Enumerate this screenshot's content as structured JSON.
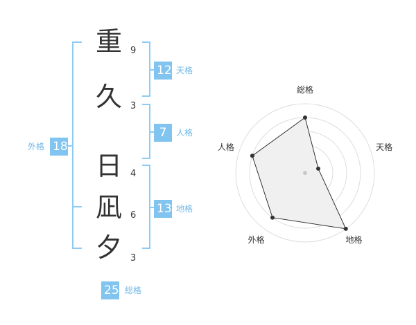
{
  "name": {
    "characters": [
      {
        "char": "重",
        "strokes": "9"
      },
      {
        "char": "久",
        "strokes": "3"
      },
      {
        "char": "日",
        "strokes": "4"
      },
      {
        "char": "凪",
        "strokes": "6"
      },
      {
        "char": "夕",
        "strokes": "3"
      }
    ]
  },
  "kakusu": {
    "tenkaku": {
      "value": "12",
      "label": "天格"
    },
    "jinkaku": {
      "value": "7",
      "label": "人格"
    },
    "chikaku": {
      "value": "13",
      "label": "地格"
    },
    "gaikaku": {
      "value": "18",
      "label": "外格"
    },
    "soukaku": {
      "value": "25",
      "label": "総格"
    }
  },
  "colors": {
    "accent": "#82c4f0",
    "bracket": "#8ecbf3",
    "radar_fill": "#f0f0f0",
    "ring": "#dddddd"
  },
  "chart_data": {
    "type": "radar",
    "axes": [
      "総格",
      "天格",
      "地格",
      "外格",
      "人格"
    ],
    "values": [
      4,
      1,
      5,
      4,
      4
    ],
    "max": 5
  }
}
